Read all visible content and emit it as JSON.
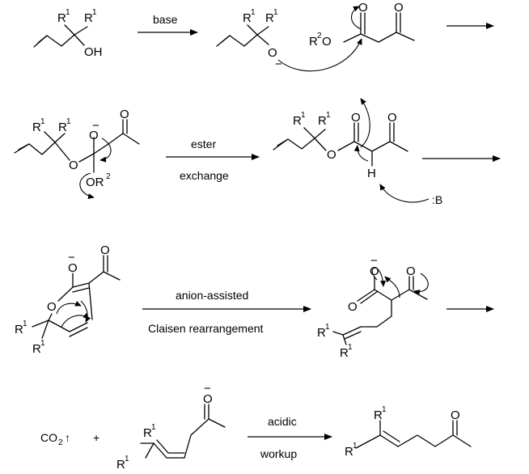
{
  "step1": {
    "reagent": "base",
    "sm_r1a": "R",
    "sm_r1b": "R",
    "sm_sup": "1",
    "sm_oh": "OH",
    "alk_r1a": "R",
    "alk_r1b": "R",
    "alk_sup": "1",
    "alk_o": "O",
    "alk_minus": "−",
    "ester_r2": "R",
    "ester_r2_sup": "2",
    "ester_o_link": "O",
    "ester_co_o": "O",
    "ester_ketone_o": "O"
  },
  "step2": {
    "reagent_top": "ester",
    "reagent_bottom": "exchange",
    "tet_r1a": "R",
    "tet_r1b": "R",
    "tet_sup": "1",
    "tet_o_link": "O",
    "tet_o_minus": "O",
    "tet_minus": "−",
    "tet_ketone_o": "O",
    "tet_or2": "OR",
    "tet_or2_sup": "2",
    "prod_r1a": "R",
    "prod_r1b": "R",
    "prod_sup": "1",
    "prod_o_link": "O",
    "prod_co_o": "O",
    "prod_ketone_o": "O",
    "prod_h": "H",
    "base": ":B"
  },
  "step3": {
    "reagent_top": "anion-assisted",
    "reagent_bottom": "Claisen rearrangement",
    "ts_o_minus": "O",
    "ts_minus": "−",
    "ts_ketone_o": "O",
    "ts_ring_o": "O",
    "ts_r1a": "R",
    "ts_r1b": "R",
    "ts_sup": "1",
    "prod_o_minus": "O",
    "prod_minus": "−",
    "prod_co_o": "O",
    "prod_ketone_o": "O",
    "prod_r1a": "R",
    "prod_r1b": "R",
    "prod_sup": "1"
  },
  "step4": {
    "co2": "CO",
    "co2_sub": "2",
    "co2_up": "↑",
    "plus": "+",
    "enol_o": "O",
    "enol_minus": "−",
    "enol_r1a": "R",
    "enol_r1b": "R",
    "enol_sup": "1",
    "reagent_top": "acidic",
    "reagent_bottom": "workup",
    "final_r1a": "R",
    "final_r1b": "R",
    "final_sup": "1",
    "final_ketone_o": "O"
  }
}
